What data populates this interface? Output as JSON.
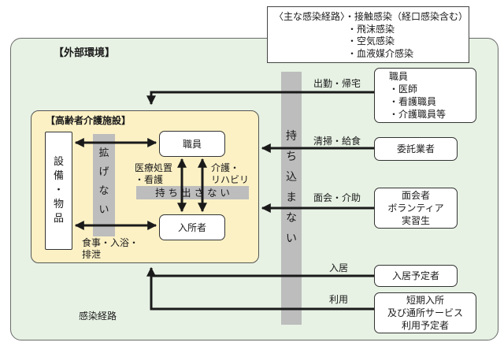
{
  "route_box": {
    "title": "〈主な感染経路〉",
    "items": [
      "・接触感染（経口感染含む）",
      "・飛沫感染",
      "・空気感染",
      "・血液媒介感染"
    ]
  },
  "outer_label": "【外部環境】",
  "facility_label": "【高齢者介護施設】",
  "bring_in_label": [
    "持",
    "ち",
    "込",
    "ま",
    "な",
    "い"
  ],
  "spread_label": [
    "拡",
    "げ",
    "な",
    "い"
  ],
  "take_out_label": "持 ち 出 さ な い",
  "equipment_label": [
    "設",
    "備",
    "・",
    "物",
    "品"
  ],
  "inner_boxes": {
    "staff": "職員",
    "resident": "入所者"
  },
  "inner_labels": {
    "medical": [
      "医療処置",
      "・看護"
    ],
    "care": [
      "介護・",
      "リハビリ"
    ],
    "meals": [
      "食事・入浴・",
      "排泄"
    ]
  },
  "routes": [
    {
      "label": "出勤・帰宅",
      "box": [
        "職員",
        "・医師",
        "・看護職員",
        "・介護職員等"
      ]
    },
    {
      "label": "清掃・給食",
      "box": [
        "委託業者"
      ]
    },
    {
      "label": "面会・介助",
      "box": [
        "面会者",
        "ボランティア",
        "実習生"
      ]
    },
    {
      "label": "入居",
      "box": [
        "入居予定者"
      ]
    },
    {
      "label": "利用",
      "box": [
        "短期入所",
        "及び通所サービス",
        "利用予定者"
      ]
    }
  ],
  "footer_label": "感染経路",
  "colors": {
    "outer_bg": "#e7f2e4",
    "facility_bg": "#fcf1c5",
    "grey_bar": "#bdbdbd",
    "arrow": "#1a1a1a"
  }
}
